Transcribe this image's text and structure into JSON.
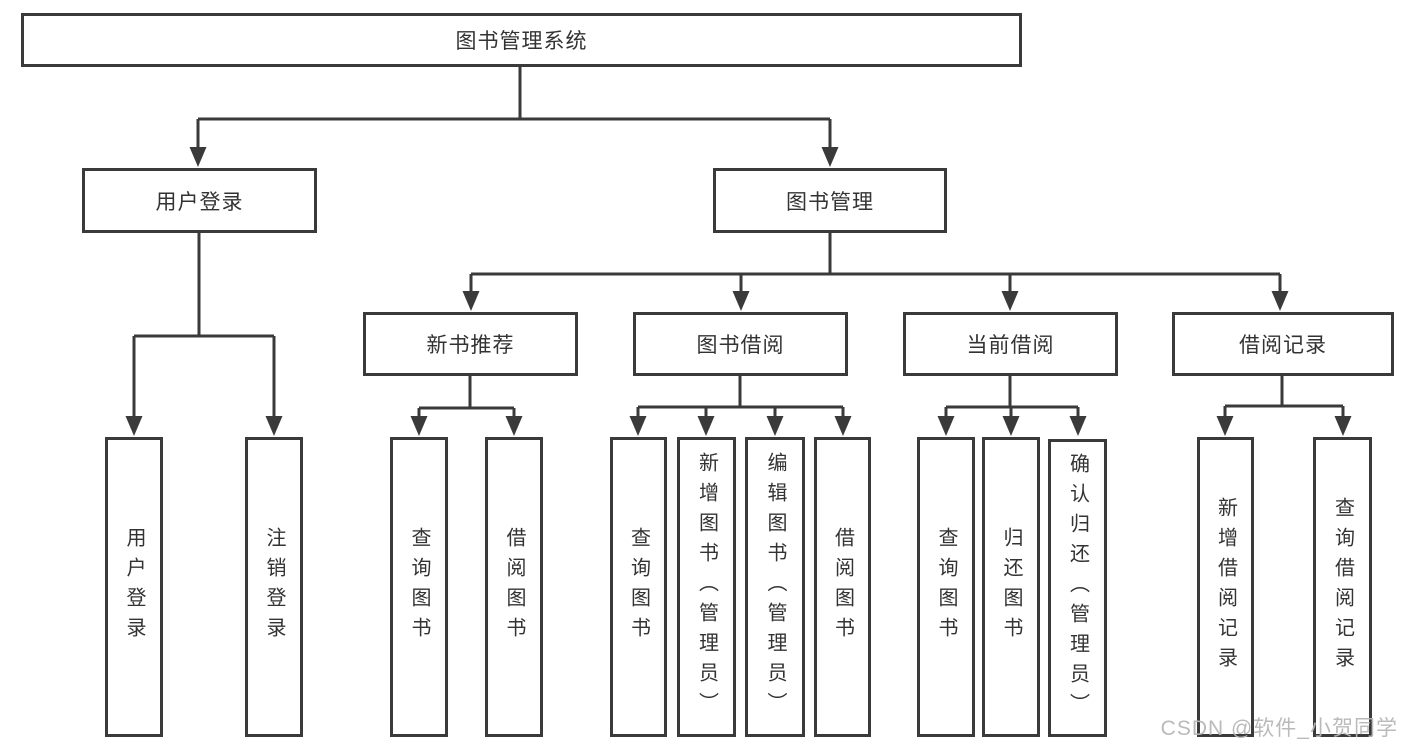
{
  "root": {
    "label": "图书管理系统"
  },
  "branches": [
    {
      "label": "用户登录",
      "children": [
        {
          "label": "用户登录"
        },
        {
          "label": "注销登录"
        }
      ]
    },
    {
      "label": "图书管理",
      "children": [
        {
          "label": "新书推荐",
          "children": [
            {
              "label": "查询图书"
            },
            {
              "label": "借阅图书"
            }
          ]
        },
        {
          "label": "图书借阅",
          "children": [
            {
              "label": "查询图书"
            },
            {
              "label": "新增图书（管理员）"
            },
            {
              "label": "编辑图书（管理员）"
            },
            {
              "label": "借阅图书"
            }
          ]
        },
        {
          "label": "当前借阅",
          "children": [
            {
              "label": "查询图书"
            },
            {
              "label": "归还图书"
            },
            {
              "label": "确认归还（管理员）"
            }
          ]
        },
        {
          "label": "借阅记录",
          "children": [
            {
              "label": "新增借阅记录"
            },
            {
              "label": "查询借阅记录"
            }
          ]
        }
      ]
    }
  ],
  "watermark": "CSDN @软件_小贺同学",
  "colors": {
    "line": "#3a3a3a",
    "text": "#333333",
    "watermark": "#b6b6b6",
    "background": "#ffffff"
  }
}
